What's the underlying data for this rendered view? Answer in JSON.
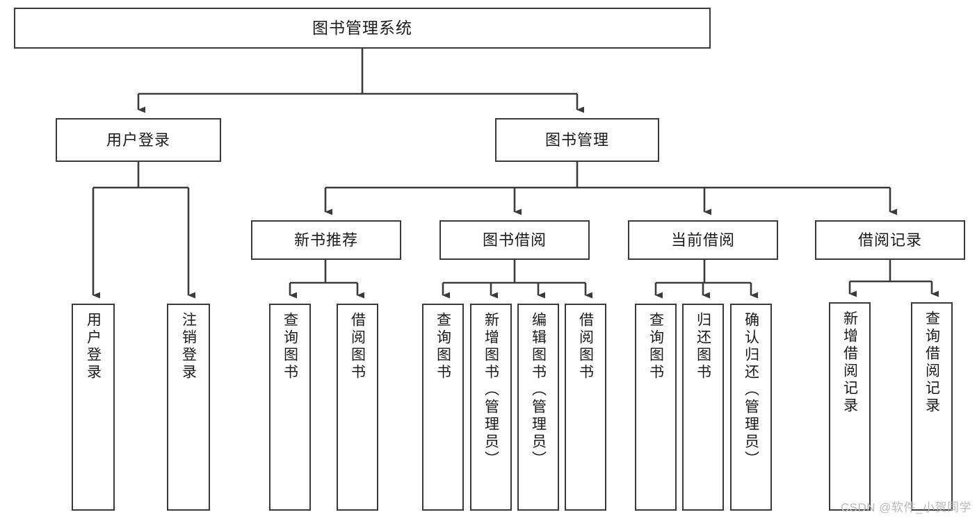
{
  "diagram": {
    "title": "图书管理系统",
    "type": "tree",
    "watermark": "CSDN @软件_小贺同学",
    "stroke_color": "#3a3a3a",
    "background_color": "#ffffff",
    "text_color": "#1a1a1a",
    "nodes": {
      "root": {
        "label": "图书管理系统"
      },
      "level2": [
        {
          "id": "user-login",
          "label": "用户登录"
        },
        {
          "id": "book-manage",
          "label": "图书管理"
        }
      ],
      "level3": [
        {
          "id": "new-book-recommend",
          "label": "新书推荐"
        },
        {
          "id": "book-borrow",
          "label": "图书借阅"
        },
        {
          "id": "current-borrow",
          "label": "当前借阅"
        },
        {
          "id": "borrow-record",
          "label": "借阅记录"
        }
      ],
      "leaves": {
        "user_login": [
          {
            "id": "leaf-user-login",
            "label": "用户登录"
          },
          {
            "id": "leaf-logout-login",
            "label": "注销登录"
          }
        ],
        "new_book_recommend": [
          {
            "id": "leaf-query-book-1",
            "label": "查询图书"
          },
          {
            "id": "leaf-borrow-book-1",
            "label": "借阅图书"
          }
        ],
        "book_borrow": [
          {
            "id": "leaf-query-book-2",
            "label": "查询图书"
          },
          {
            "id": "leaf-add-book",
            "label": "新增图书（管理员）"
          },
          {
            "id": "leaf-edit-book",
            "label": "编辑图书（管理员）"
          },
          {
            "id": "leaf-borrow-book-2",
            "label": "借阅图书"
          }
        ],
        "current_borrow": [
          {
            "id": "leaf-query-book-3",
            "label": "查询图书"
          },
          {
            "id": "leaf-return-book",
            "label": "归还图书"
          },
          {
            "id": "leaf-confirm-return",
            "label": "确认归还（管理员）"
          }
        ],
        "borrow_record": [
          {
            "id": "leaf-add-record",
            "label": "新增借阅记录"
          },
          {
            "id": "leaf-query-record",
            "label": "查询借阅记录"
          }
        ]
      }
    }
  }
}
